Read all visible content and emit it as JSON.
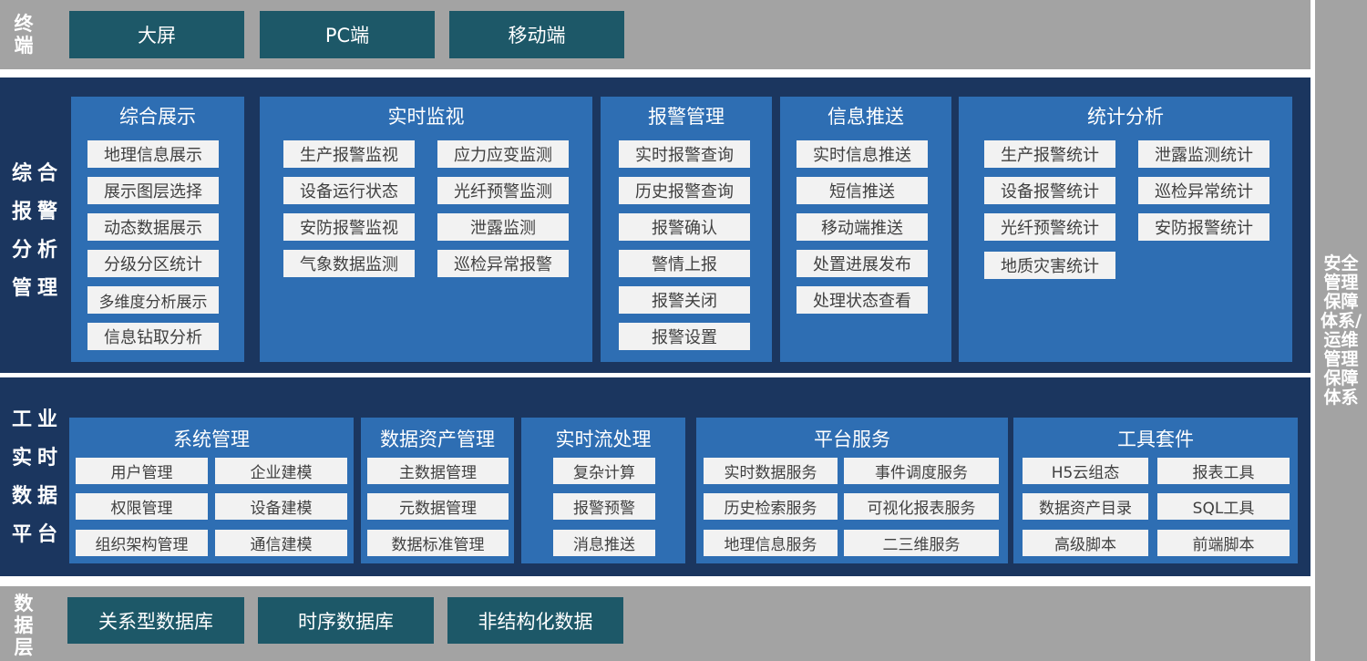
{
  "terminal": {
    "label": "终端",
    "items": [
      "大屏",
      "PC端",
      "移动端"
    ]
  },
  "alarm": {
    "label": "综合报警分析管理",
    "panels": [
      {
        "title": "综合展示",
        "items": [
          "地理信息展示",
          "展示图层选择",
          "动态数据展示",
          "分级分区统计",
          "多维度分析展示",
          "信息钻取分析"
        ]
      },
      {
        "title": "实时监视",
        "items": [
          "生产报警监视",
          "应力应变监测",
          "设备运行状态",
          "光纤预警监测",
          "安防报警监视",
          "泄露监测",
          "气象数据监测",
          "巡检异常报警"
        ]
      },
      {
        "title": "报警管理",
        "items": [
          "实时报警查询",
          "历史报警查询",
          "报警确认",
          "警情上报",
          "报警关闭",
          "报警设置"
        ]
      },
      {
        "title": "信息推送",
        "items": [
          "实时信息推送",
          "短信推送",
          "移动端推送",
          "处置进展发布",
          "处理状态查看"
        ]
      },
      {
        "title": "统计分析",
        "items": [
          "生产报警统计",
          "泄露监测统计",
          "设备报警统计",
          "巡检异常统计",
          "光纤预警统计",
          "安防报警统计",
          "地质灾害统计"
        ]
      }
    ]
  },
  "platform": {
    "label": "工业实时数据平台",
    "panels": [
      {
        "title": "系统管理",
        "items": [
          "用户管理",
          "企业建模",
          "权限管理",
          "设备建模",
          "组织架构管理",
          "通信建模"
        ]
      },
      {
        "title": "数据资产管理",
        "items": [
          "主数据管理",
          "元数据管理",
          "数据标准管理"
        ]
      },
      {
        "title": "实时流处理",
        "items": [
          "复杂计算",
          "报警预警",
          "消息推送"
        ]
      },
      {
        "title": "平台服务",
        "items": [
          "实时数据服务",
          "事件调度服务",
          "历史检索服务",
          "可视化报表服务",
          "地理信息服务",
          "二三维服务"
        ]
      },
      {
        "title": "工具套件",
        "items": [
          "H5云组态",
          "报表工具",
          "数据资产目录",
          "SQL工具",
          "高级脚本",
          "前端脚本"
        ]
      }
    ]
  },
  "database": {
    "label": "数据层",
    "items": [
      "关系型数据库",
      "时序数据库",
      "非结构化数据"
    ]
  },
  "side": {
    "label": "安全管理保障体系/运维管理保障体系"
  },
  "colors": {
    "gray_band": "#a3a3a3",
    "navy_band": "#1b365f",
    "teal_button": "#1d5868",
    "panel_blue": "#2e6eb3",
    "item_bg": "#f2f2f2",
    "item_text": "#404040"
  }
}
